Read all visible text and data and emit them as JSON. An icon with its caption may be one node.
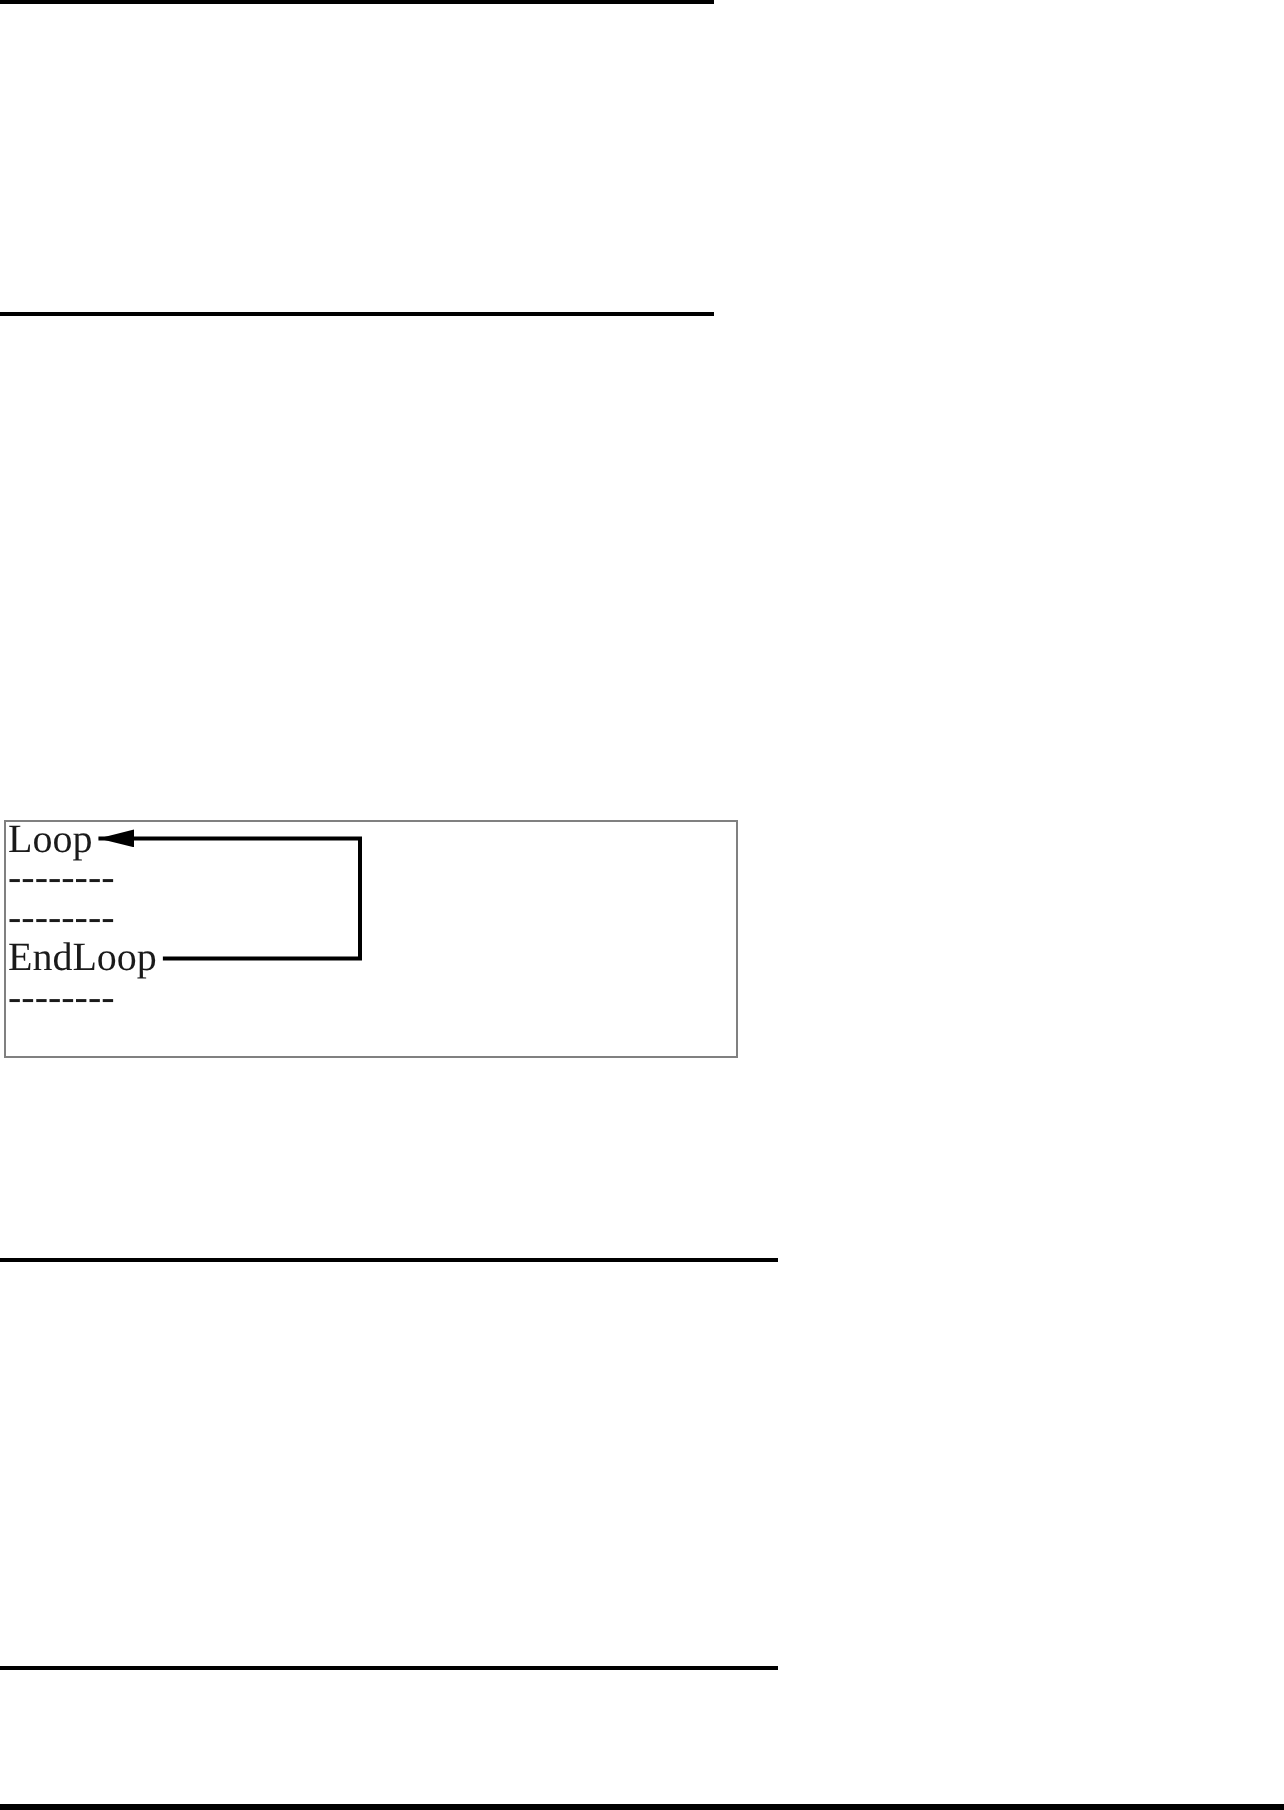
{
  "diagram": {
    "nodes": [
      {
        "text": [],
        "shape": "box"
      },
      {
        "text": [
          "Loop"
        ],
        "in": 0
      },
      {
        "text": [
          "EndLoop"
        ],
        "in": 0
      }
    ],
    "edges": [
      {
        "from": 2,
        "to": 1,
        "arrow": "to"
      }
    ],
    "labels": [
      "--------",
      "--------",
      "--------"
    ]
  }
}
